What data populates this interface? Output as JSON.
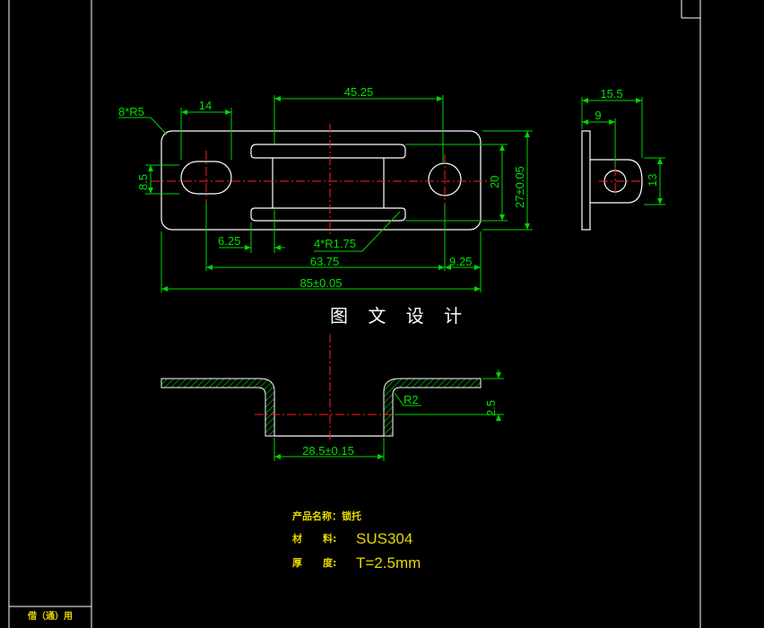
{
  "title": "图 文 设 计",
  "side_label": "借（通）用",
  "dimensions": {
    "top_14": "14",
    "top_45_25": "45.25",
    "radius_8r5": "8*R5",
    "left_8_5": "8.5",
    "right_20": "20",
    "right_27": "27±0.05",
    "bottom_6_25": "6.25",
    "bottom_4r175": "4*R1.75",
    "bottom_63_75": "63.75",
    "bottom_9_25": "9.25",
    "bottom_85": "85±0.05",
    "side_15_5": "15.5",
    "side_9": "9",
    "side_13": "13",
    "section_r2": "R2",
    "section_2_5": "2.5",
    "section_28_5": "28.5±0.15"
  },
  "notes": {
    "product_name": "产品名称：锁托",
    "material_label": "材      料:",
    "material_value": "SUS304",
    "thickness_label": "厚      度:",
    "thickness_value": "T=2.5mm"
  },
  "colors": {
    "dimension": "#00e000",
    "centerline": "#ff2020",
    "outline": "#ffffff",
    "notes": "#e8d800",
    "background": "#000000"
  }
}
